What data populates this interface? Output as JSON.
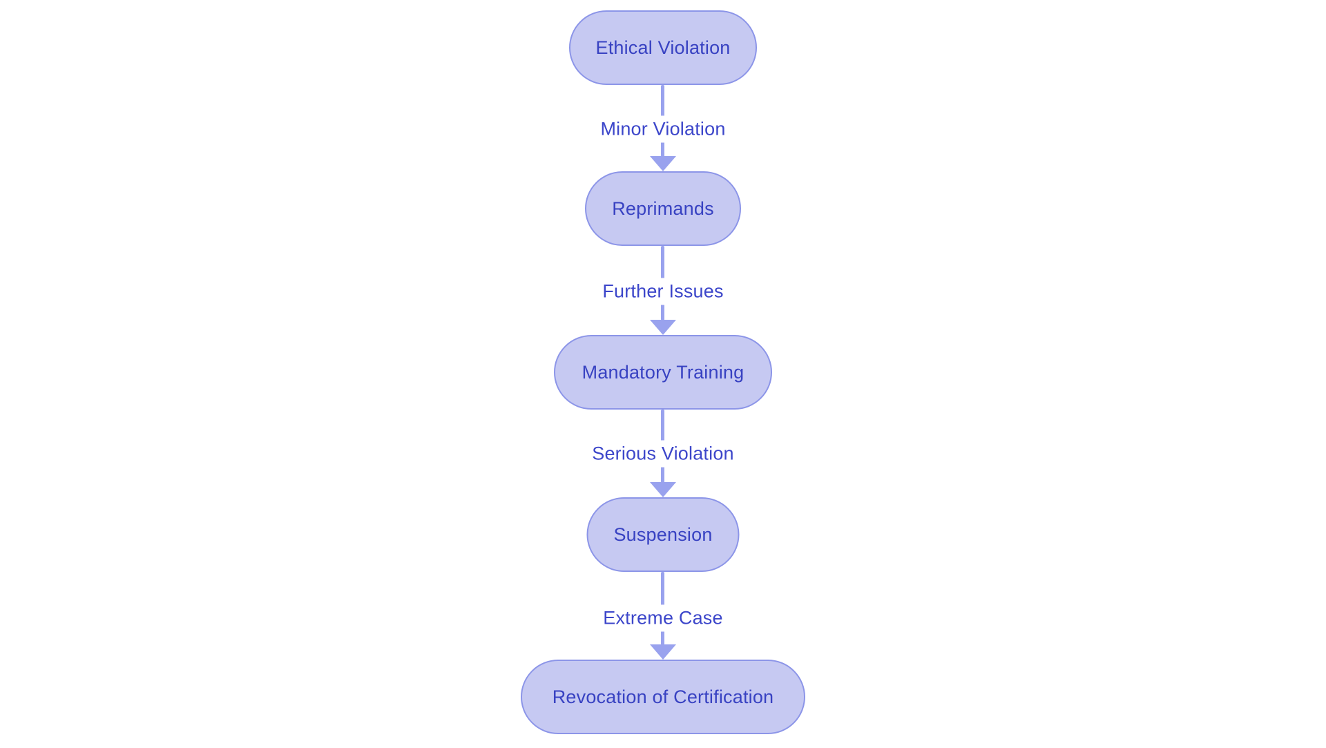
{
  "diagram": {
    "type": "flowchart",
    "direction": "top-down",
    "nodes": [
      {
        "id": "n1",
        "label": "Ethical Violation"
      },
      {
        "id": "n2",
        "label": "Reprimands"
      },
      {
        "id": "n3",
        "label": "Mandatory Training"
      },
      {
        "id": "n4",
        "label": "Suspension"
      },
      {
        "id": "n5",
        "label": "Revocation of Certification"
      }
    ],
    "edges": [
      {
        "from": "Ethical Violation",
        "to": "Reprimands",
        "label": "Minor Violation"
      },
      {
        "from": "Reprimands",
        "to": "Mandatory Training",
        "label": "Further Issues"
      },
      {
        "from": "Mandatory Training",
        "to": "Suspension",
        "label": "Serious Violation"
      },
      {
        "from": "Suspension",
        "to": "Revocation of Certification",
        "label": "Extreme Case"
      }
    ],
    "colors": {
      "background": "#ffffff",
      "node_fill": "#c6c9f2",
      "node_border": "#8c95e8",
      "node_text": "#3842c2",
      "edge_label_text": "#3c46ca",
      "arrow": "#99a2ee"
    }
  }
}
